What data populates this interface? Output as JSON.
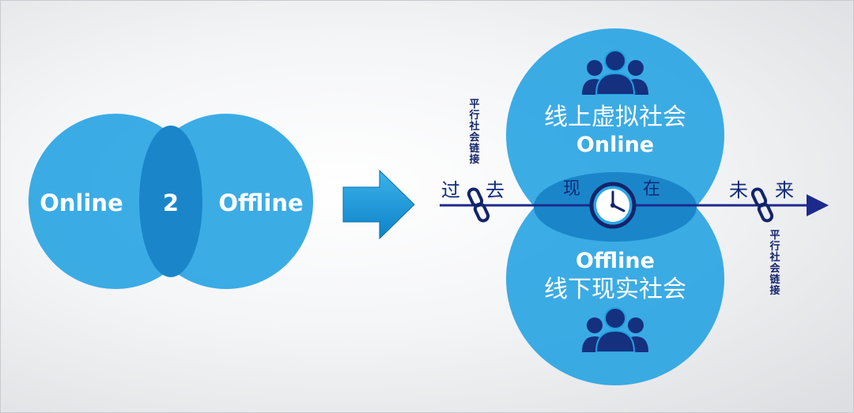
{
  "venn": {
    "left_label": "Online",
    "center_label": "2",
    "right_label": "Offline"
  },
  "top_circle": {
    "title_zh": "线上虚拟社会",
    "title_en": "Online",
    "icon": "people-group-icon"
  },
  "bottom_circle": {
    "title_en": "Offline",
    "title_zh": "线下现实社会",
    "icon": "people-group-icon"
  },
  "timeline": {
    "past_1": "过",
    "past_2": "去",
    "present_1": "现",
    "present_2": "在",
    "future_1": "未",
    "future_2": "来",
    "clock_icon": "clock-icon",
    "link_icon": "chain-link-icon",
    "link_label_left": "平行社会链接",
    "link_label_right": "平行社会链接"
  },
  "colors": {
    "circle": "#21a0e1",
    "overlap": "#1a88cc",
    "arrow": "#1a97d9",
    "timeline": "#1c2a8c",
    "icon": "#14307f"
  }
}
